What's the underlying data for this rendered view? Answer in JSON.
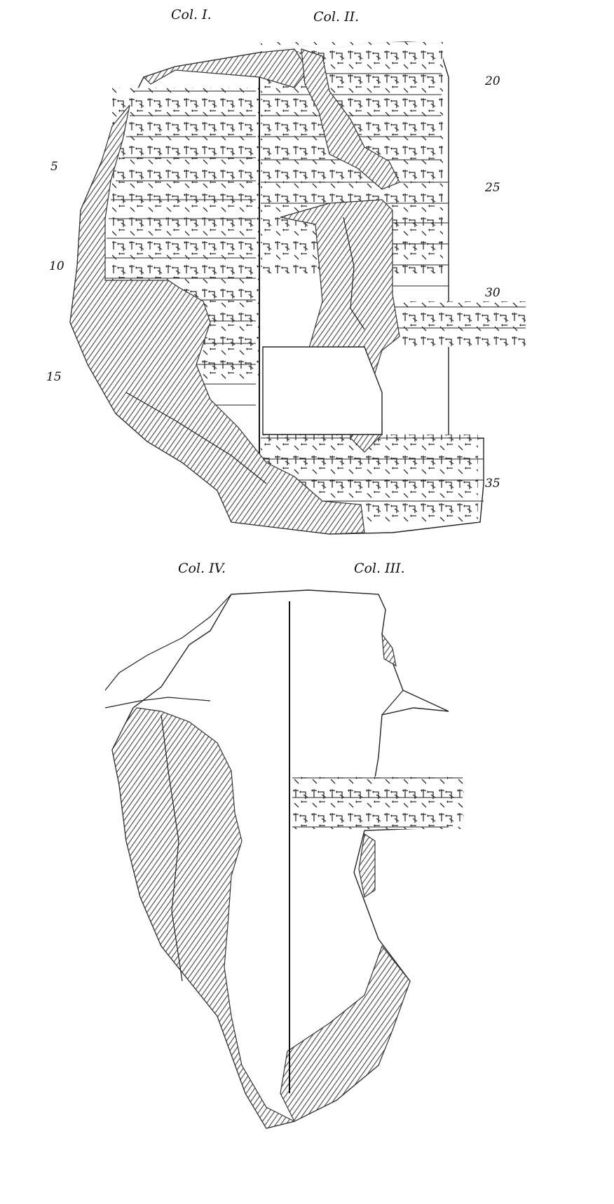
{
  "obverse": {
    "column_labels": [
      "Col. I.",
      "Col. II."
    ],
    "line_numbers": [
      "5",
      "10",
      "15",
      "20",
      "25",
      "30",
      "35"
    ]
  },
  "reverse": {
    "column_labels": [
      "Col. IV.",
      "Col. III."
    ]
  },
  "colors": {
    "ink": "#111111",
    "hatch": "#444444",
    "paper": "#ffffff"
  }
}
